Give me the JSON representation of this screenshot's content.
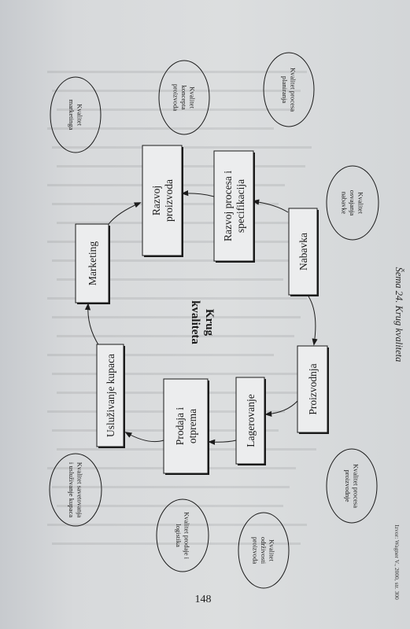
{
  "center_title": [
    "Krug",
    "kvaliteta"
  ],
  "caption": "Šema 24. Krug kvaliteta",
  "source": "Izvor: Wagner V., 2000, str. 300",
  "page_number": "148",
  "process_boxes": [
    {
      "id": "marketing",
      "lines": [
        "Marketing"
      ]
    },
    {
      "id": "razvoj-proizvoda",
      "lines": [
        "Razvoj",
        "proizvoda"
      ]
    },
    {
      "id": "razvoj-procesa",
      "lines": [
        "Razvoj procesa i",
        "specifikacija"
      ]
    },
    {
      "id": "nabavka",
      "lines": [
        "Nabavka"
      ]
    },
    {
      "id": "proizvodnja",
      "lines": [
        "Proizvodnja"
      ]
    },
    {
      "id": "lagerovanje",
      "lines": [
        "Lagerovanje"
      ]
    },
    {
      "id": "prodaja",
      "lines": [
        "Prodaja i",
        "otprema"
      ]
    },
    {
      "id": "usluzivanje",
      "lines": [
        "Usluživanje kupaca"
      ]
    }
  ],
  "quality_ellipses": [
    {
      "id": "kvalitet-marketinga",
      "lines": [
        "Kvalitet",
        "marketinga"
      ]
    },
    {
      "id": "kvalitet-koncepta",
      "lines": [
        "Kvalitet",
        "koncepta",
        "proizvoda"
      ]
    },
    {
      "id": "kvalitet-planiranja",
      "lines": [
        "Kvalitet procesa",
        "planiranja"
      ]
    },
    {
      "id": "kvalitet-nabavke",
      "lines": [
        "Kvalitet",
        "osvajanja",
        "nabavke"
      ]
    },
    {
      "id": "kvalitet-proizvodnje",
      "lines": [
        "Kvalitet procesa",
        "proizvodnje"
      ]
    },
    {
      "id": "kvalitet-odrzivosti",
      "lines": [
        "Kvalitet",
        "održivosti",
        "proizvoda"
      ]
    },
    {
      "id": "kvalitet-prodaje",
      "lines": [
        "Kvalitet prodaje i",
        "logistika"
      ]
    },
    {
      "id": "kvalitet-savetovanja",
      "lines": [
        "Kvalitet savetovanja",
        "i usluživanje kupaca"
      ]
    }
  ]
}
